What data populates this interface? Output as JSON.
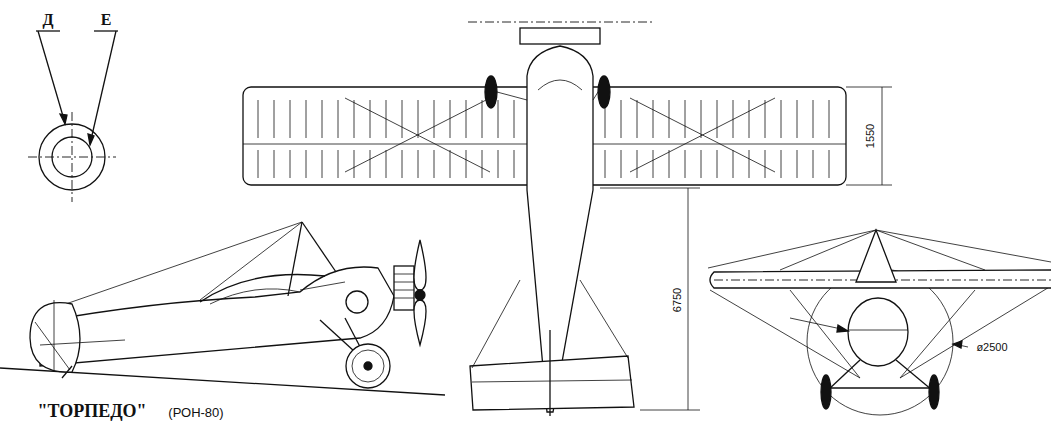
{
  "diagram": {
    "title": "\"ТОРПЕДО\"",
    "labels": [
      "Д",
      "Е",
      "1550",
      "6750",
      "ø2500",
      "(РОН-80)"
    ]
  }
}
